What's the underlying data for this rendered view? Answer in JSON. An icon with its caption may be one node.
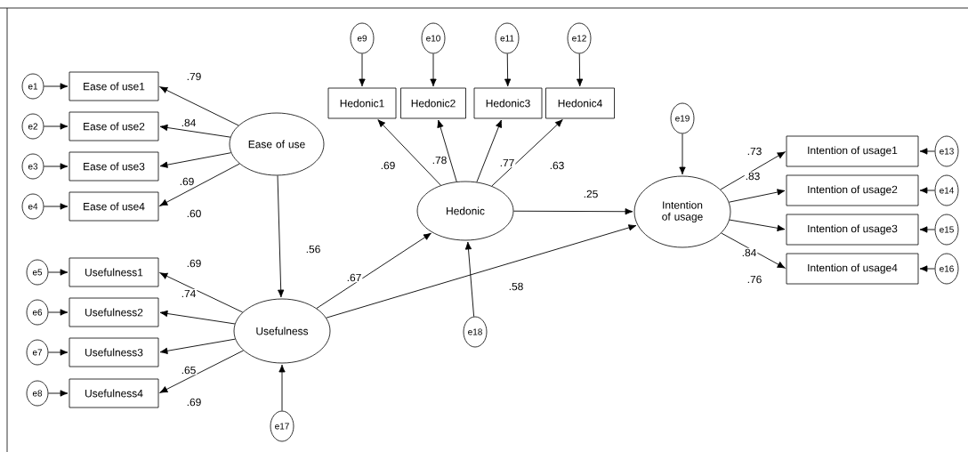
{
  "diagram": {
    "nodes": [
      {
        "text": [
          "e1"
        ]
      },
      {
        "text": [
          "e2"
        ]
      },
      {
        "text": [
          "e3"
        ]
      },
      {
        "text": [
          "e4"
        ]
      },
      {
        "text": [
          "Ease of use1"
        ]
      },
      {
        "text": [
          "Ease of use2"
        ]
      },
      {
        "text": [
          "Ease of use3"
        ]
      },
      {
        "text": [
          "Ease of use4"
        ]
      },
      {
        "text": [
          "Ease of use"
        ]
      },
      {
        "text": [
          "e5"
        ]
      },
      {
        "text": [
          "e6"
        ]
      },
      {
        "text": [
          "e7"
        ]
      },
      {
        "text": [
          "e8"
        ]
      },
      {
        "text": [
          "Usefulness1"
        ]
      },
      {
        "text": [
          "Usefulness2"
        ]
      },
      {
        "text": [
          "Usefulness3"
        ]
      },
      {
        "text": [
          "Usefulness4"
        ]
      },
      {
        "text": [
          "Usefulness"
        ]
      },
      {
        "text": [
          "e17"
        ]
      },
      {
        "text": [
          "e9"
        ]
      },
      {
        "text": [
          "e10"
        ]
      },
      {
        "text": [
          "e11"
        ]
      },
      {
        "text": [
          "e12"
        ]
      },
      {
        "text": [
          "Hedonic1"
        ]
      },
      {
        "text": [
          "Hedonic2"
        ]
      },
      {
        "text": [
          "Hedonic3"
        ]
      },
      {
        "text": [
          "Hedonic4"
        ]
      },
      {
        "text": [
          "Hedonic"
        ]
      },
      {
        "text": [
          "e18"
        ]
      },
      {
        "text": [
          "e19"
        ]
      },
      {
        "text": [
          "Intention of usage"
        ]
      },
      {
        "text": [
          "Intention of usage1"
        ]
      },
      {
        "text": [
          "Intention of usage2"
        ]
      },
      {
        "text": [
          "Intention of usage3"
        ]
      },
      {
        "text": [
          "Intention of usage4"
        ]
      },
      {
        "text": [
          "e13"
        ]
      },
      {
        "text": [
          "e14"
        ]
      },
      {
        "text": [
          "e15"
        ]
      },
      {
        "text": [
          "e16"
        ]
      }
    ],
    "edges": [
      {
        "from": 0,
        "to": 4,
        "arrow": "to"
      },
      {
        "from": 1,
        "to": 5,
        "arrow": "to"
      },
      {
        "from": 2,
        "to": 6,
        "arrow": "to"
      },
      {
        "from": 3,
        "to": 7,
        "arrow": "to"
      },
      {
        "from": 8,
        "to": 4,
        "arrow": "to"
      },
      {
        "from": 8,
        "to": 5,
        "arrow": "to"
      },
      {
        "from": 8,
        "to": 6,
        "arrow": "to"
      },
      {
        "from": 8,
        "to": 7,
        "arrow": "to"
      },
      {
        "from": 9,
        "to": 13,
        "arrow": "to"
      },
      {
        "from": 10,
        "to": 14,
        "arrow": "to"
      },
      {
        "from": 11,
        "to": 15,
        "arrow": "to"
      },
      {
        "from": 12,
        "to": 16,
        "arrow": "to"
      },
      {
        "from": 17,
        "to": 13,
        "arrow": "to"
      },
      {
        "from": 17,
        "to": 14,
        "arrow": "to"
      },
      {
        "from": 17,
        "to": 15,
        "arrow": "to"
      },
      {
        "from": 17,
        "to": 16,
        "arrow": "to"
      },
      {
        "from": 8,
        "to": 17,
        "arrow": "to",
        "label": ".56"
      },
      {
        "from": 18,
        "to": 17,
        "arrow": "to"
      },
      {
        "from": 19,
        "to": 23,
        "arrow": "to"
      },
      {
        "from": 20,
        "to": 24,
        "arrow": "to"
      },
      {
        "from": 21,
        "to": 25,
        "arrow": "to"
      },
      {
        "from": 22,
        "to": 26,
        "arrow": "to"
      },
      {
        "from": 27,
        "to": 23,
        "arrow": "to",
        "label": ".69"
      },
      {
        "from": 27,
        "to": 24,
        "arrow": "to",
        "label": ".78"
      },
      {
        "from": 27,
        "to": 25,
        "arrow": "to",
        "label": ".77"
      },
      {
        "from": 27,
        "to": 26,
        "arrow": "to",
        "label": ".63"
      },
      {
        "from": 17,
        "to": 27,
        "arrow": "to",
        "label": ".67"
      },
      {
        "from": 28,
        "to": 27,
        "arrow": "to"
      },
      {
        "from": 27,
        "to": 30,
        "arrow": "to",
        "label": ".25"
      },
      {
        "from": 17,
        "to": 30,
        "arrow": "to",
        "label": ".58"
      },
      {
        "from": 29,
        "to": 30,
        "arrow": "to"
      },
      {
        "from": 30,
        "to": 31,
        "arrow": "to"
      },
      {
        "from": 30,
        "to": 32,
        "arrow": "to"
      },
      {
        "from": 30,
        "to": 33,
        "arrow": "to"
      },
      {
        "from": 30,
        "to": 34,
        "arrow": "to"
      },
      {
        "from": 35,
        "to": 31,
        "arrow": "to"
      },
      {
        "from": 36,
        "to": 32,
        "arrow": "to"
      },
      {
        "from": 37,
        "to": 33,
        "arrow": "to"
      },
      {
        "from": 38,
        "to": 34,
        "arrow": "to"
      }
    ],
    "labels": [
      ".79",
      ".84",
      ".69",
      ".60",
      ".69",
      ".74",
      ".65",
      ".69",
      ".73",
      ".83",
      ".84",
      ".76"
    ]
  }
}
